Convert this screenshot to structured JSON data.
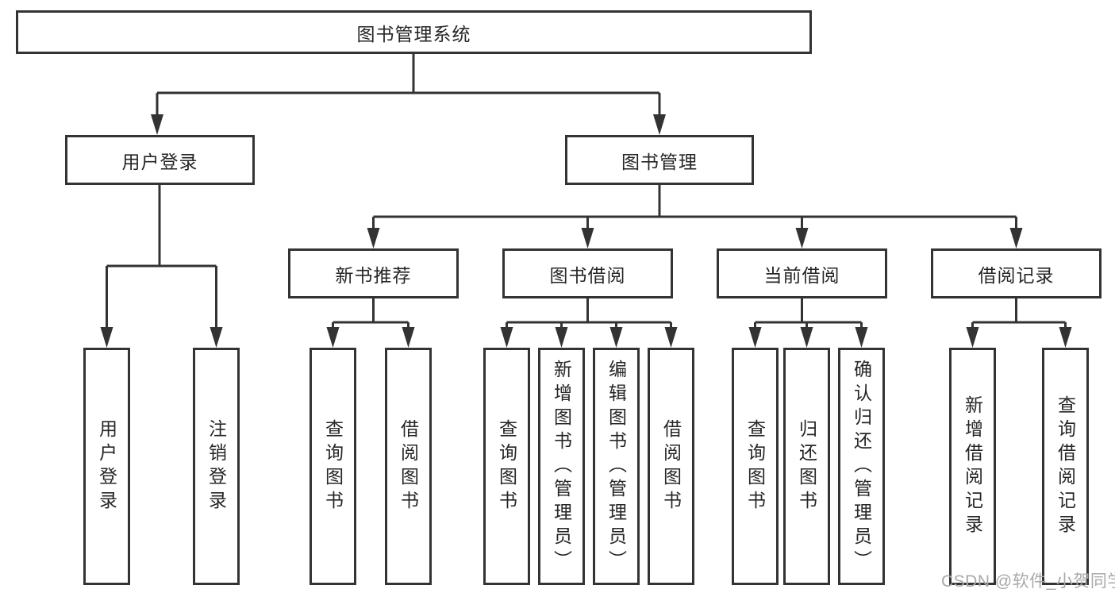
{
  "diagram": {
    "root": {
      "label": "图书管理系统"
    },
    "branches": [
      {
        "label": "用户登录",
        "children": [
          {
            "label": "用户登录"
          },
          {
            "label": "注销登录"
          }
        ]
      },
      {
        "label": "图书管理",
        "children": [
          {
            "label": "新书推荐",
            "children": [
              {
                "label": "查询图书"
              },
              {
                "label": "借阅图书"
              }
            ]
          },
          {
            "label": "图书借阅",
            "children": [
              {
                "label": "查询图书"
              },
              {
                "label": "新增图书（管理员）"
              },
              {
                "label": "编辑图书（管理员）"
              },
              {
                "label": "借阅图书"
              }
            ]
          },
          {
            "label": "当前借阅",
            "children": [
              {
                "label": "查询图书"
              },
              {
                "label": "归还图书"
              },
              {
                "label": "确认归还（管理员）"
              }
            ]
          },
          {
            "label": "借阅记录",
            "children": [
              {
                "label": "新增借阅记录"
              },
              {
                "label": "查询借阅记录"
              }
            ]
          }
        ]
      }
    ],
    "watermark": "CSDN @软件_小贺同学",
    "colors": {
      "line": "#333333",
      "box_border": "#333333",
      "text": "#262626",
      "watermark": "#a9a9a9",
      "background": "#ffffff"
    }
  }
}
